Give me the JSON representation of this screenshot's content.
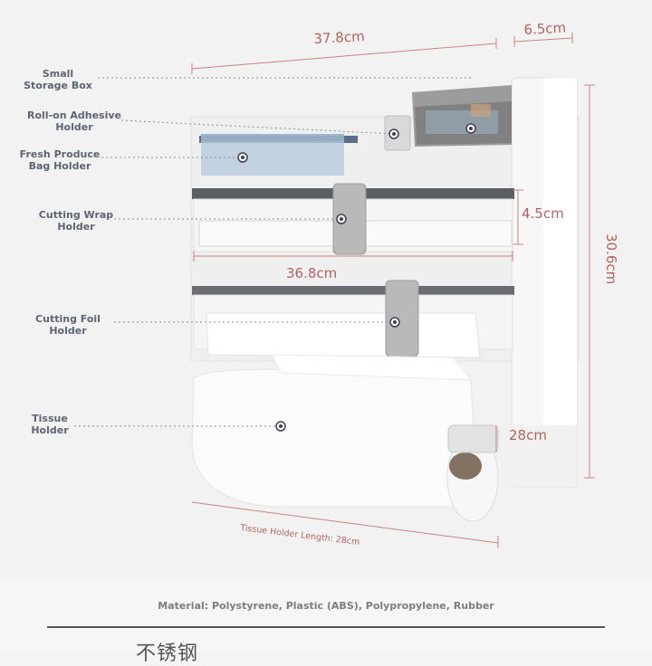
{
  "labels": {
    "small_storage_box": [
      "Small",
      "Storage Box"
    ],
    "roll_on_adhesive_holder": [
      "Roll-on Adhesive",
      "Holder"
    ],
    "fresh_produce_bag_holder": [
      "Fresh Produce",
      "Bag Holder"
    ],
    "cutting_wrap_holder": [
      "Cutting Wrap",
      "Holder"
    ],
    "cutting_foil_holder": [
      "Cutting Foil",
      "Holder"
    ],
    "tissue_holder": [
      "Tissue",
      "Holder"
    ]
  },
  "dimensions": {
    "width_total": "37.8cm",
    "depth": "6.5cm",
    "slot_height": "4.5cm",
    "inner_width": "36.8cm",
    "height_total": "30.6cm",
    "tissue_depth": "28cm",
    "tissue_length": "Tissue Holder Length: 28cm"
  },
  "footer": {
    "material": "Material: Polystyrene, Plastic (ABS), Polypropylene, Rubber",
    "partial_text": "不锈钢"
  },
  "colors": {
    "dimension": "#b5635e",
    "label": "#5d6472",
    "product_body": "#f7f7f7"
  }
}
